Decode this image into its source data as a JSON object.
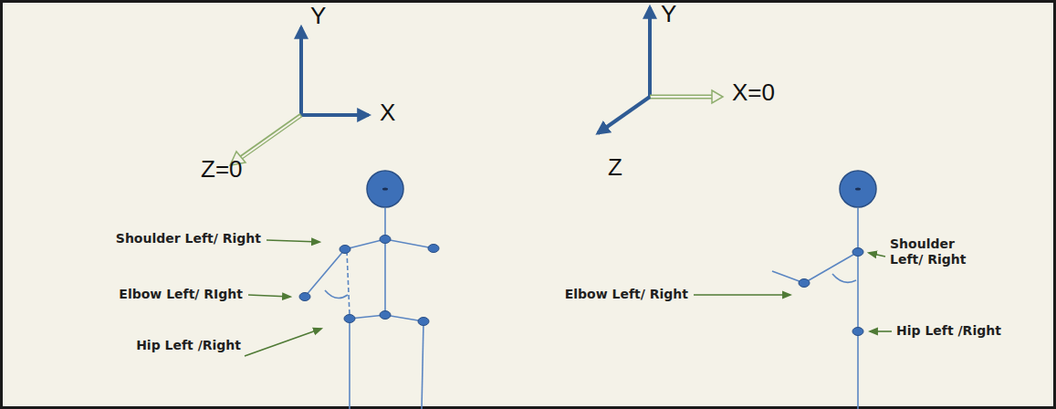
{
  "diagram": {
    "labels": [
      "Y",
      "X",
      "Z=0",
      "Y",
      "X=0",
      "Z",
      "Shoulder Left/ Right",
      "Elbow Left/ RIght",
      "Hip Left /Right",
      "Shoulder Left/ Right",
      "Elbow Left/ Right",
      "Hip Left /Right"
    ]
  }
}
